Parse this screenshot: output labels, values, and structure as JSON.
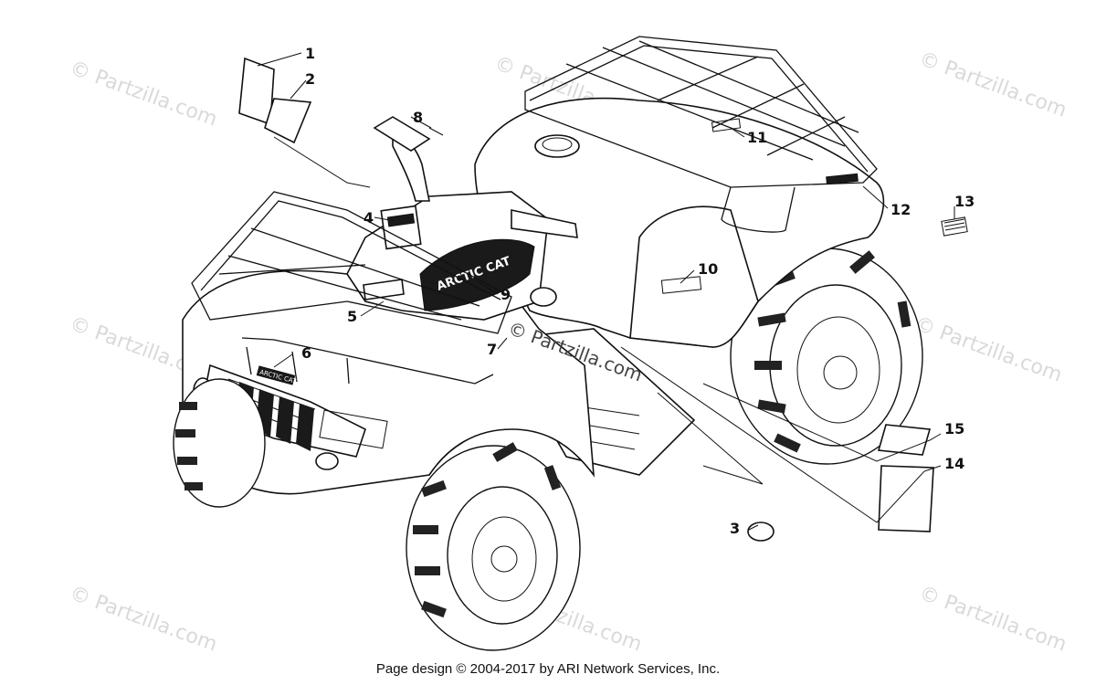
{
  "watermark": {
    "text": "© Partzilla.com",
    "center_text": "© Partzilla.com"
  },
  "callouts": [
    "1",
    "2",
    "3",
    "4",
    "5",
    "6",
    "7",
    "8",
    "9",
    "10",
    "11",
    "12",
    "13",
    "14",
    "15"
  ],
  "decal_text": {
    "hood": "ARCTIC CAT",
    "grille": "ARCTIC CAT"
  },
  "footer": {
    "text": "Page design © 2004-2017 by ARI Network Services, Inc."
  }
}
